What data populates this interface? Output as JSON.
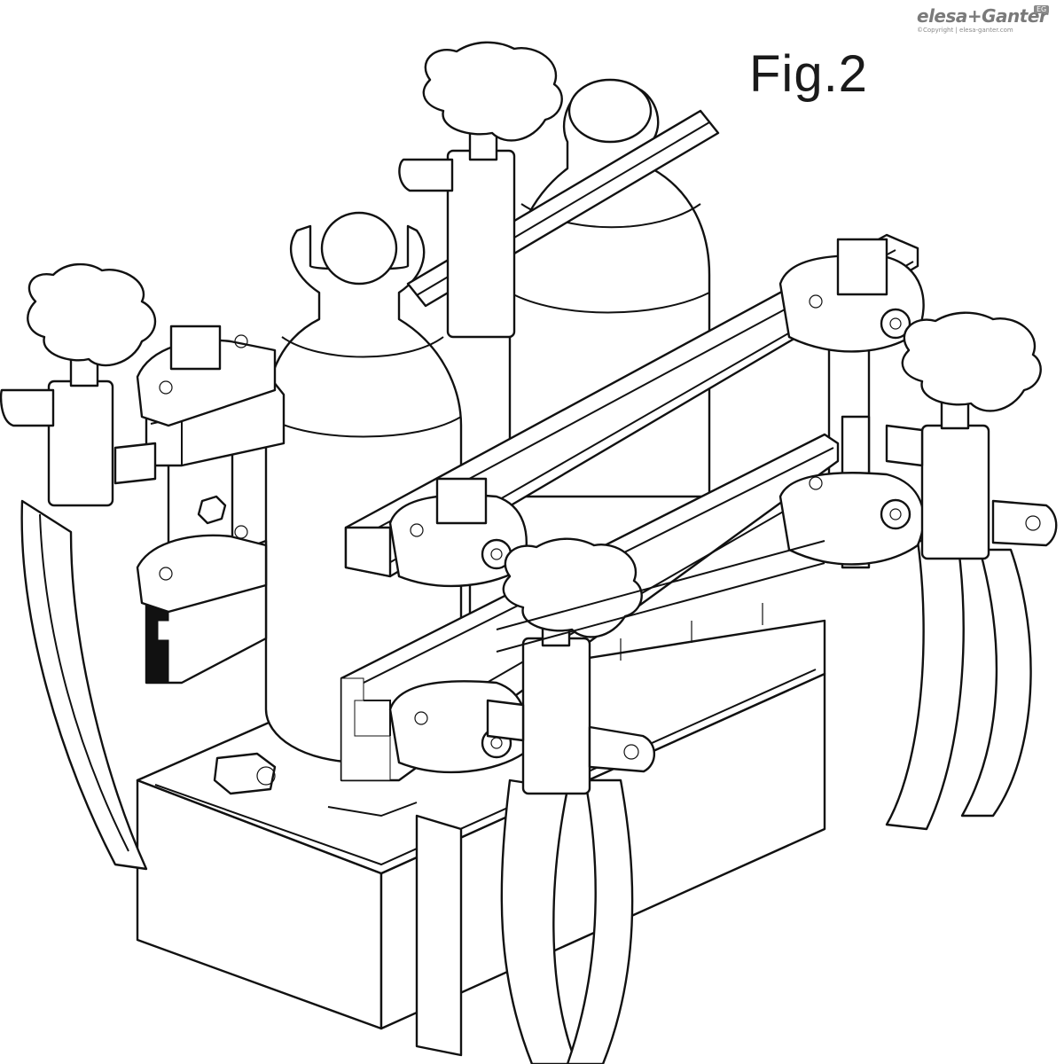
{
  "figure": {
    "label": "Fig.2"
  },
  "brand": {
    "name": "elesa+Ganter",
    "copyright": "©Copyright | elesa-ganter.com",
    "badge": "EG"
  }
}
